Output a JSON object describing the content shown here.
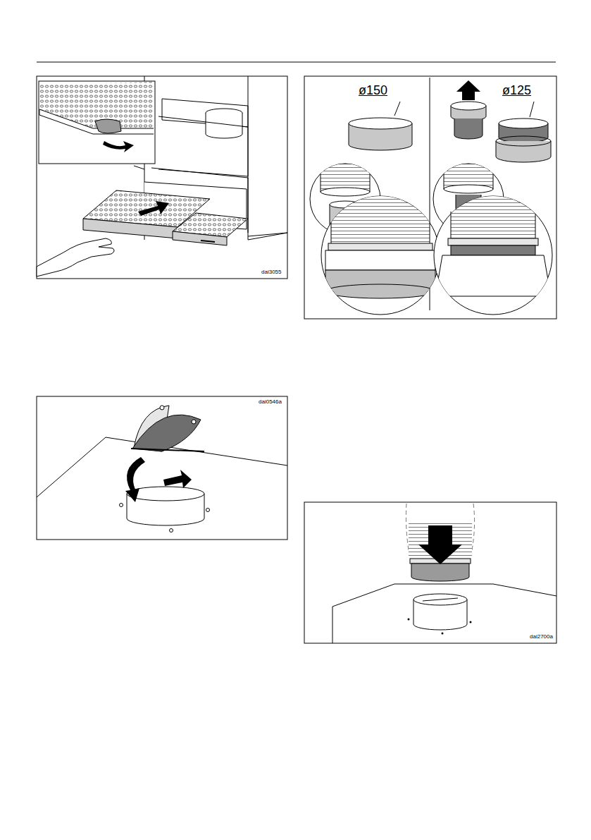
{
  "diagram": {
    "labels": [
      "dai3055",
      "ø150",
      "ø125",
      "dai0546a",
      "dai2700a"
    ]
  }
}
